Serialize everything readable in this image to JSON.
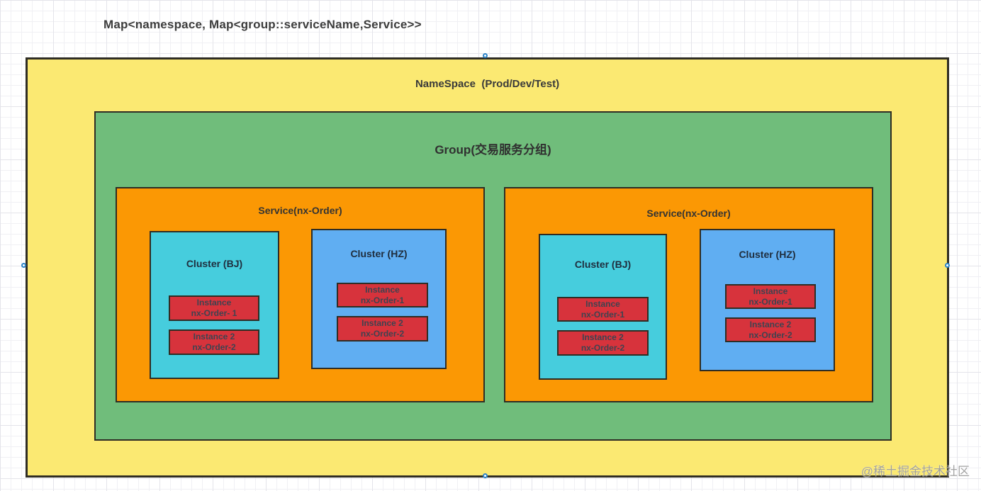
{
  "map_title": "Map<namespace, Map<group::serviceName,Service>>",
  "watermark": "@稀土掘金技术社区",
  "colors": {
    "namespace_fill": "#FBE972",
    "group_fill": "#70BD7B",
    "service_fill": "#FB9804",
    "cluster_bj_fill": "#46CDDD",
    "cluster_hz_fill": "#60AEF2",
    "instance_fill": "#D7333C",
    "border": "#2F2D24",
    "handle_ring": "#2C84C8",
    "grid_minor": "#F0F0F4",
    "grid_major": "#E4E4EA"
  },
  "namespace": {
    "label": "NameSpace  (Prod/Dev/Test)",
    "group": {
      "label": "Group(交易服务分组)",
      "services": [
        {
          "label": "Service(nx-Order)",
          "clusters": [
            {
              "label": "Cluster (BJ)",
              "instances": [
                {
                  "line1": "Instance",
                  "line2": "nx-Order- 1"
                },
                {
                  "line1": "Instance 2",
                  "line2": "nx-Order-2"
                }
              ]
            },
            {
              "label": "Cluster (HZ)",
              "instances": [
                {
                  "line1": "Instance",
                  "line2": "nx-Order-1"
                },
                {
                  "line1": "Instance 2",
                  "line2": "nx-Order-2"
                }
              ]
            }
          ]
        },
        {
          "label": "Service(nx-Order)",
          "clusters": [
            {
              "label": "Cluster (BJ)",
              "instances": [
                {
                  "line1": "Instance",
                  "line2": "nx-Order-1"
                },
                {
                  "line1": "Instance 2",
                  "line2": "nx-Order-2"
                }
              ]
            },
            {
              "label": "Cluster (HZ)",
              "instances": [
                {
                  "line1": "Instance",
                  "line2": "nx-Order-1"
                },
                {
                  "line1": "Instance 2",
                  "line2": "nx-Order-2"
                }
              ]
            }
          ]
        }
      ]
    }
  }
}
